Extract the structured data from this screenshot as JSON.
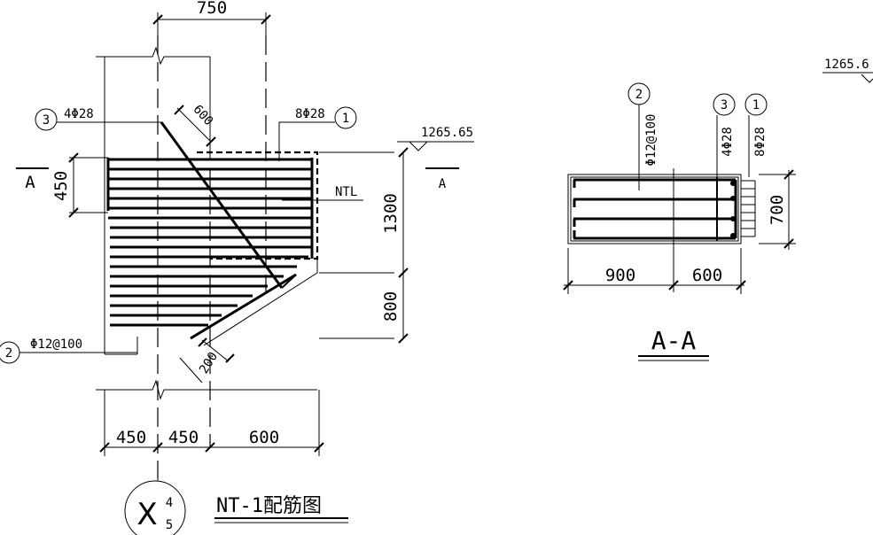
{
  "left_detail": {
    "dim_top": "750",
    "label_600_diag": "600",
    "label_4phi28": "4Φ28",
    "label_8phi28": "8Φ28",
    "marker_3": "3",
    "marker_1": "1",
    "marker_2": "2",
    "label_phi12_100": "Φ12@100",
    "elevation": "1265.65",
    "section_letter_left": "A",
    "section_letter_right": "A",
    "dim_450_v": "450",
    "label_ntl": "NTL",
    "dim_1300": "1300",
    "dim_800": "800",
    "dim_200": "200",
    "dim_bottom_450a": "450",
    "dim_bottom_450b": "450",
    "dim_bottom_600": "600",
    "axis_num_top": "4",
    "axis_num_bottom": "5",
    "title": "NT-1配筋图"
  },
  "section_aa": {
    "marker_2": "2",
    "marker_3": "3",
    "marker_1": "1",
    "label_phi12_100": "Φ12@100",
    "label_4phi28": "4Φ28",
    "label_8phi28": "8Φ28",
    "dim_900": "900",
    "dim_600": "600",
    "dim_700": "700",
    "title": "A-A"
  },
  "right_edge": {
    "elevation": "1265.6"
  }
}
